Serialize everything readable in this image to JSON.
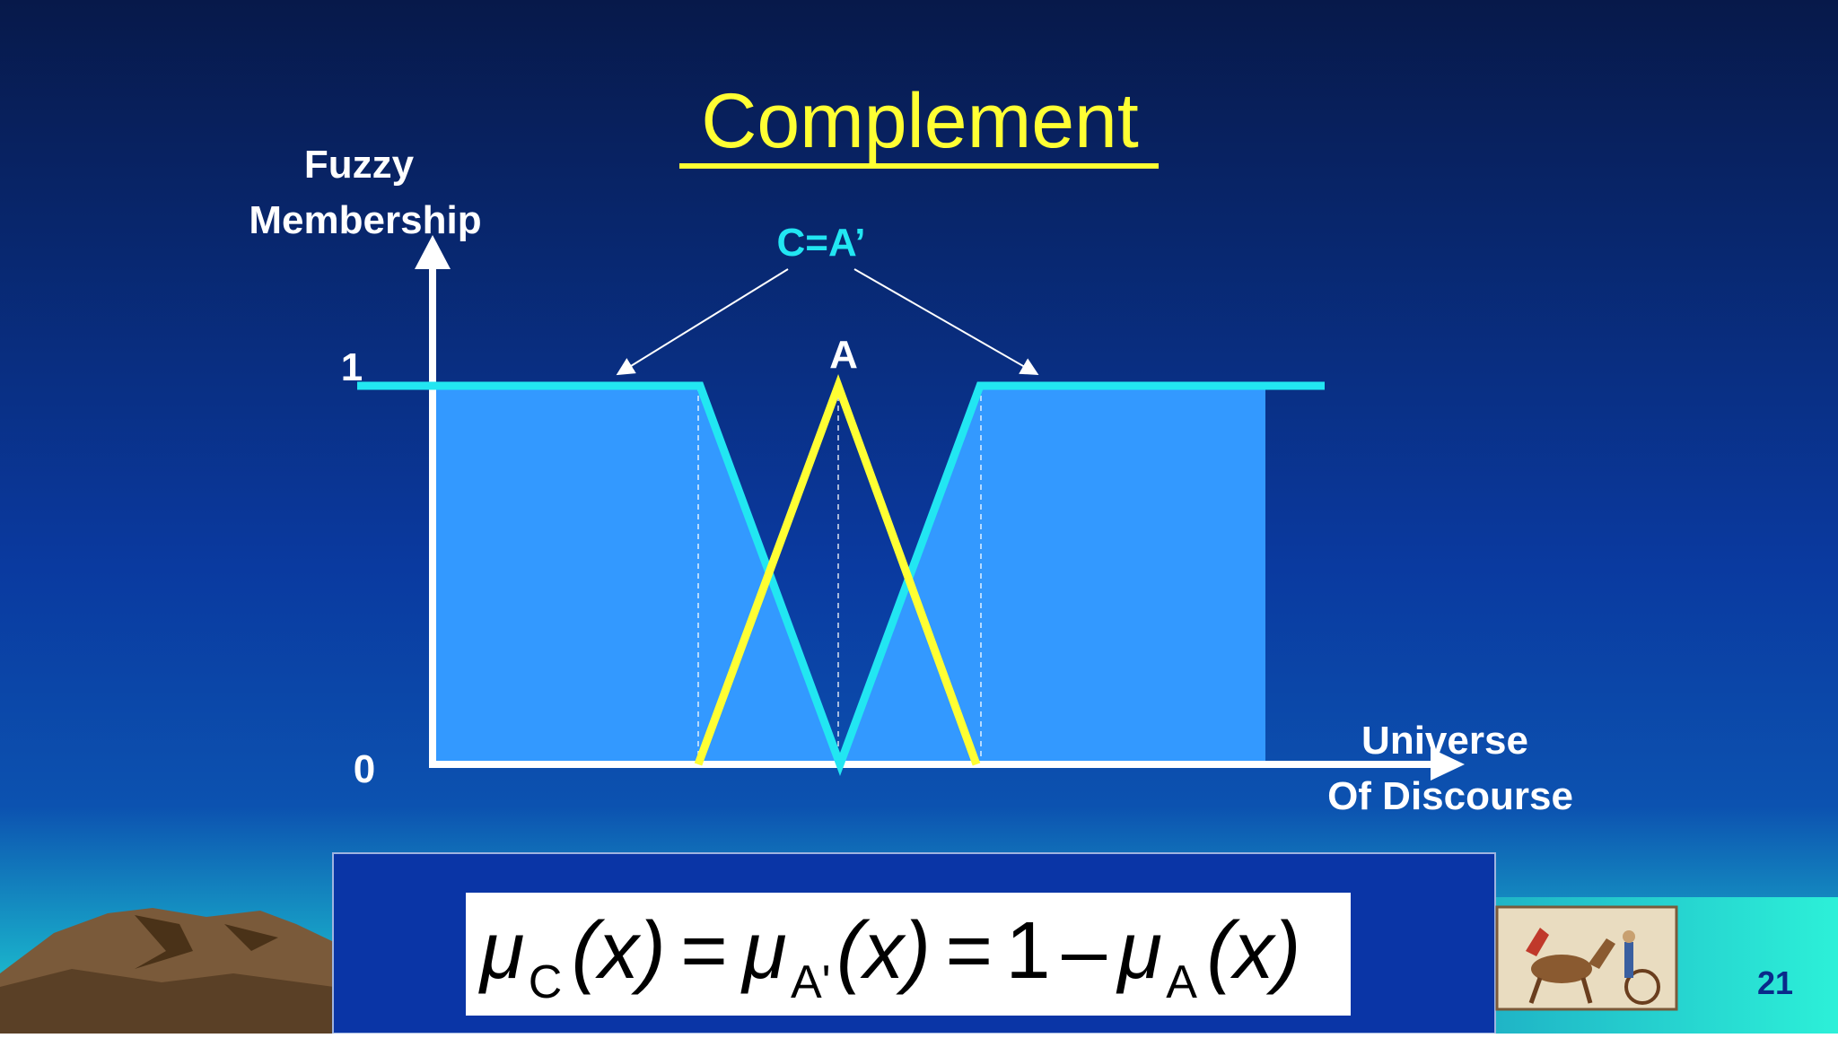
{
  "slide": {
    "title": "Complement",
    "y_axis_label_line1": "Fuzzy",
    "y_axis_label_line2": "Membership",
    "x_axis_label_line1": "Universe",
    "x_axis_label_line2": "Of Discourse",
    "tick_one": "1",
    "tick_zero": "0",
    "complement_label": "C=A’",
    "set_a_label": "A",
    "page_number": "21"
  },
  "formula": {
    "mu": "μ",
    "sub_c": "C",
    "sub_a_prime": "A'",
    "sub_a": "A",
    "x_paren": "(x)",
    "equals": "=",
    "one": "1",
    "minus": "–"
  },
  "colors": {
    "background_top": "#07194a",
    "background_bottom": "#0a3aa0",
    "title": "#ffff33",
    "complement": "#22e6f2",
    "set_a": "#ffff33",
    "fill": "#3399ff",
    "formula_box": "#0a35a6"
  },
  "icons": {
    "chariot": "chariot-picture"
  }
}
